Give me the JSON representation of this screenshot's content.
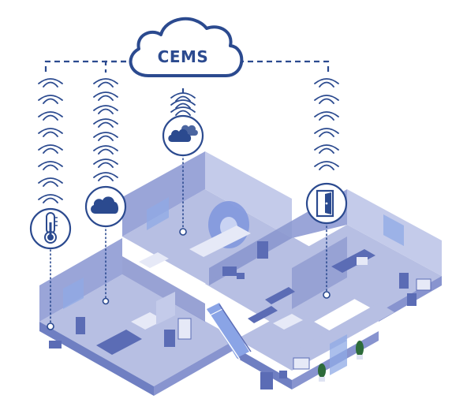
{
  "cloud": {
    "label": "CEMS",
    "icon": "cloud-icon"
  },
  "sensors": [
    {
      "name": "temperature-sensor",
      "icon": "thermometer-icon"
    },
    {
      "name": "cloud-sensor",
      "icon": "cloud-icon"
    },
    {
      "name": "weather-sensor",
      "icon": "clouds-icon"
    },
    {
      "name": "door-sensor",
      "icon": "door-icon"
    }
  ],
  "colors": {
    "primary": "#2b4a8f",
    "floor": "#b7bfe3",
    "wall": "#9aa5d8"
  }
}
